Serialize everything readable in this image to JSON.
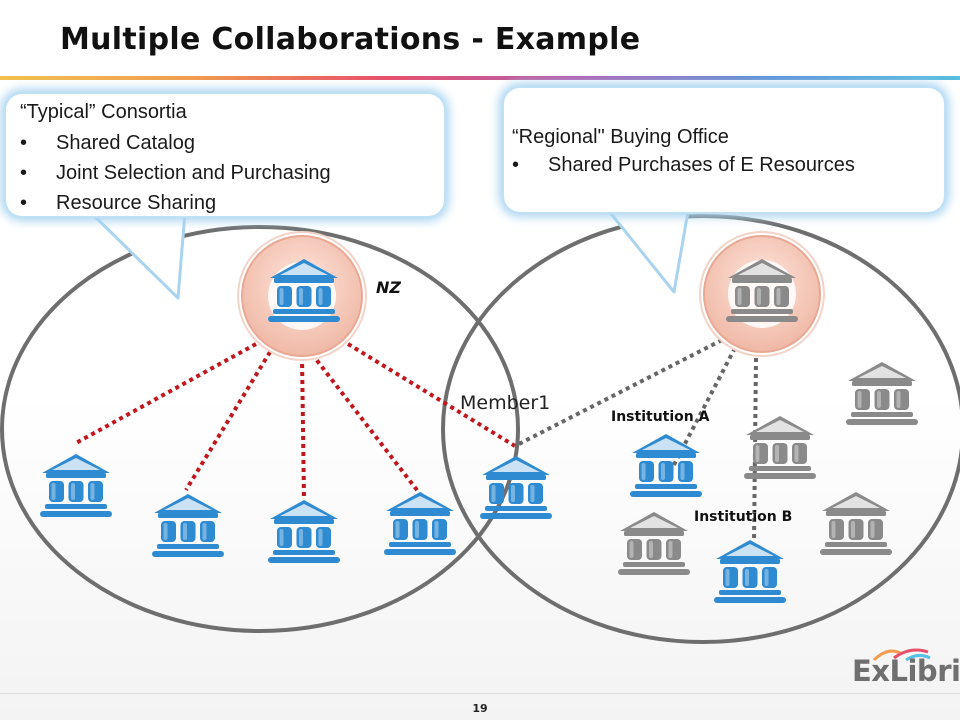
{
  "slide": {
    "title": "Multiple Collaborations - Example",
    "page_number": "19"
  },
  "callouts": {
    "left": {
      "heading": "“Typical” Consortia",
      "bullets": [
        "Shared Catalog",
        "Joint Selection and Purchasing",
        "Resource Sharing"
      ]
    },
    "right": {
      "heading": "“Regional\" Buying Office",
      "bullets": [
        "Shared Purchases of E Resources"
      ]
    }
  },
  "labels": {
    "network_zone": "NZ",
    "member": "Member1",
    "institution_a": "Institution A",
    "institution_b": "Institution B"
  },
  "logo": {
    "text": "ExLibris"
  },
  "colors": {
    "blue_institution": "#2f8bd1",
    "gray_institution": "#8a8a8a",
    "nz_hub": "#f4c7b8",
    "red_link": "#c0161c",
    "gray_link": "#666666",
    "ellipse_stroke": "#6e6e6e"
  },
  "icons": {
    "institution": "library-building-icon",
    "hub": "network-zone-hub-icon"
  }
}
